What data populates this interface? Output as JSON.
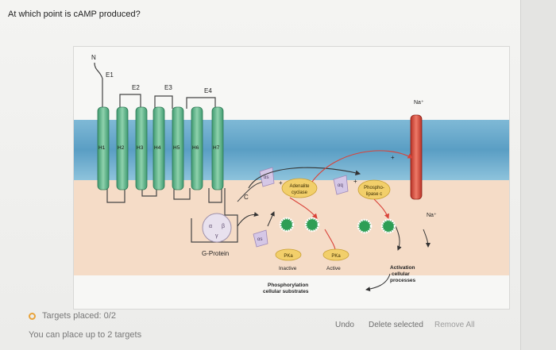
{
  "question": "At which point is cAMP produced?",
  "figure": {
    "n_terminus": "N",
    "extracellular_loops": [
      "E1",
      "E2",
      "E3",
      "E4"
    ],
    "helices": [
      "H1",
      "H2",
      "H3",
      "H4",
      "H5",
      "H6",
      "H7"
    ],
    "c_terminus": "C",
    "g_protein_label": "G-Protein",
    "g_subunits": [
      "α",
      "β",
      "γ"
    ],
    "alpha_s": "αs",
    "alpha_q": "αq",
    "alpha_s2": "αs",
    "adenylate_cyclase": [
      "Adenalite",
      "cyclase"
    ],
    "phospholipase": [
      "Phospho-",
      "lipase c"
    ],
    "pka_inactive_label": "PKa",
    "pka_active_label": "PKa",
    "inactive": "Inactive",
    "active": "Active",
    "phosphorylation": [
      "Phosphorylation",
      "cellular substrates"
    ],
    "activation": [
      "Activation",
      "cellular",
      "processes"
    ],
    "na_top": "Na⁺",
    "na_bottom": "Na⁺",
    "plus_signs": [
      "+",
      "+",
      "+"
    ]
  },
  "status": {
    "targets_placed": "Targets placed: 0/2",
    "hint": "You can place up to 2 targets"
  },
  "buttons": {
    "undo": "Undo",
    "delete_selected": "Delete selected",
    "remove_all": "Remove All"
  },
  "colors": {
    "membrane_blue": "#5a9ec4",
    "helix_green": "#63b48d",
    "cytosol_peach": "#f5dcc7",
    "enzyme_yellow": "#f2cf6a",
    "na_channel_red": "#d94b3d",
    "target_circle": "#e8a33b"
  }
}
